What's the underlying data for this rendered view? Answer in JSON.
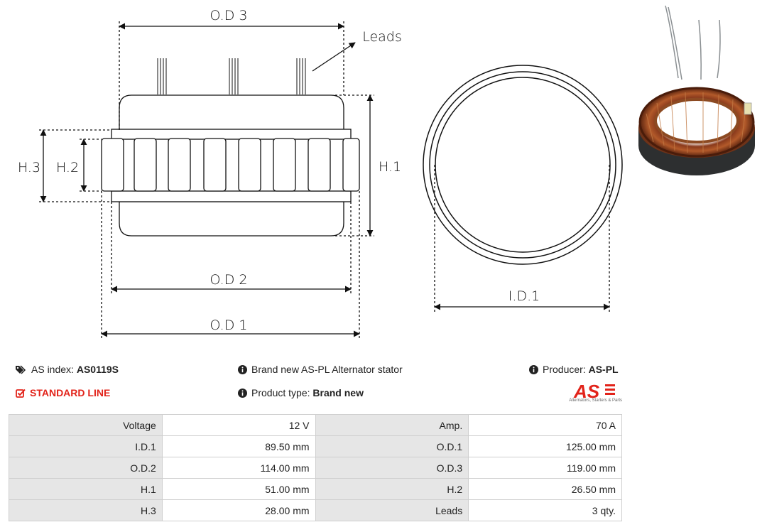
{
  "diagram": {
    "labels": {
      "od3": "O.D 3",
      "od2": "O.D 2",
      "od1": "O.D 1",
      "id1": "I.D.1",
      "h1": "H.1",
      "h2": "H.2",
      "h3": "H.3",
      "leads": "Leads"
    }
  },
  "info": {
    "index_label": "AS index:",
    "index_value": "AS0119S",
    "standard_line": "STANDARD LINE",
    "description": "Brand new AS-PL Alternator stator",
    "product_type_label": "Product type:",
    "product_type_value": "Brand new",
    "producer_label": "Producer:",
    "producer_value": "AS-PL",
    "logo_text": "AS",
    "logo_tagline": "Alternators, Starters & Parts",
    "accent_color": "#e2231a"
  },
  "specs": [
    {
      "k1": "Voltage",
      "v1": "12 V",
      "k2": "Amp.",
      "v2": "70 A"
    },
    {
      "k1": "I.D.1",
      "v1": "89.50 mm",
      "k2": "O.D.1",
      "v2": "125.00 mm"
    },
    {
      "k1": "O.D.2",
      "v1": "114.00 mm",
      "k2": "O.D.3",
      "v2": "119.00 mm"
    },
    {
      "k1": "H.1",
      "v1": "51.00 mm",
      "k2": "H.2",
      "v2": "26.50 mm"
    },
    {
      "k1": "H.3",
      "v1": "28.00 mm",
      "k2": "Leads",
      "v2": "3 qty."
    }
  ]
}
